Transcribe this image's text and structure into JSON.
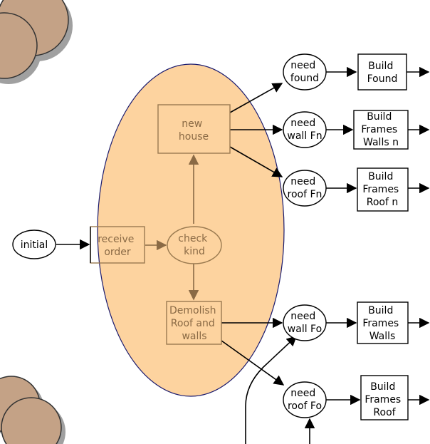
{
  "colors": {
    "highlight_fill": "#fdd39f",
    "highlight_stroke": "#1a1a6e",
    "inside_text": "#8a6a45",
    "inside_stroke": "#9a7a50",
    "outside_stroke": "#000000",
    "cloud_fill": "#c4a286",
    "cloud_shadow": "#a0a0a0"
  },
  "diagram": {
    "initial": "initial",
    "receive_order": [
      "receive",
      "order"
    ],
    "check_kind": [
      "check",
      "kind"
    ],
    "new_house": [
      "new",
      "house"
    ],
    "demolish": [
      "Demolish",
      "Roof and",
      "walls"
    ],
    "need_found": [
      "need",
      "found"
    ],
    "need_wall_fn": [
      "need",
      "wall Fn"
    ],
    "need_roof_fn": [
      "need",
      "roof Fn"
    ],
    "need_wall_fo": [
      "need",
      "wall Fo"
    ],
    "need_roof_fo": [
      "need",
      "roof Fo"
    ],
    "build_found": [
      "Build",
      "Found"
    ],
    "build_frames_walls_n": [
      "Build",
      "Frames",
      "Walls n"
    ],
    "build_frames_roof_n": [
      "Build",
      "Frames",
      "Roof n"
    ],
    "build_frames_walls": [
      "Build",
      "Frames",
      "Walls"
    ],
    "build_frames_roof": [
      "Build",
      "Frames",
      "Roof"
    ]
  }
}
